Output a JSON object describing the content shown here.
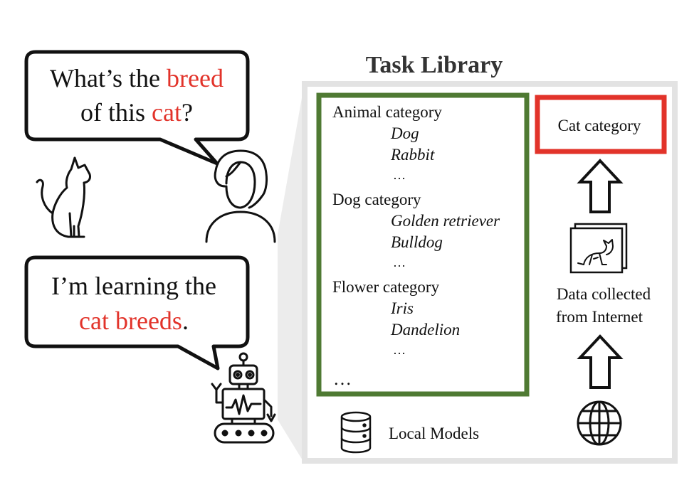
{
  "title": "Task Library",
  "speech_bubbles": {
    "human": {
      "line1_prefix": "What’s the ",
      "line1_highlight": "breed",
      "line2_prefix": "of this ",
      "line2_highlight": "cat",
      "line2_suffix": "?"
    },
    "robot": {
      "line1": "I’m learning the",
      "line2_highlight": "cat breeds",
      "line2_suffix": "."
    }
  },
  "library": {
    "categories": [
      {
        "label": "Animal category",
        "items": [
          "Dog",
          "Rabbit"
        ],
        "more": "…"
      },
      {
        "label": "Dog category",
        "items": [
          "Golden retriever",
          "Bulldog"
        ],
        "more": "…"
      },
      {
        "label": "Flower category",
        "items": [
          "Iris",
          "Dandelion"
        ],
        "more": "…"
      }
    ],
    "more": "…",
    "local_models_label": "Local Models",
    "cat_category_label": "Cat category",
    "data_collected_line1": "Data collected",
    "data_collected_line2": "from Internet"
  },
  "colors": {
    "highlight": "#e2332a",
    "local_box": "#4f7a33",
    "cat_box": "#e2332a",
    "library_frame": "#e3e3e3"
  },
  "icons": [
    "cat-icon",
    "woman-icon",
    "robot-icon",
    "database-icon",
    "globe-icon",
    "cat-photo-icon",
    "up-arrow-icon"
  ]
}
